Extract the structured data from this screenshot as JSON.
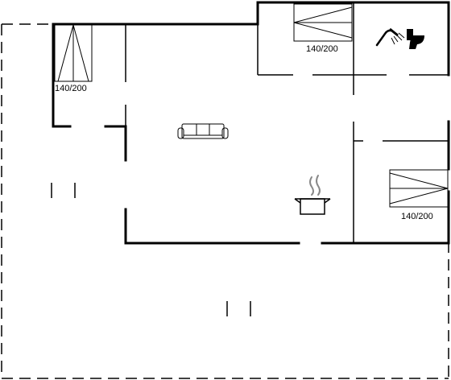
{
  "floorplan": {
    "rooms": {
      "bedroom_small": {
        "bed_label": "140/200",
        "icon": "double-bed-icon"
      },
      "bedroom_top": {
        "bed_label": "140/200",
        "icon": "double-bed-icon"
      },
      "bedroom_right": {
        "bed_label": "140/200",
        "icon": "double-bed-icon"
      },
      "bathroom": {
        "icons": [
          "shower-icon",
          "toilet-icon"
        ]
      },
      "living_room": {
        "icons": [
          "sofa-icon",
          "cooking-pot-icon"
        ]
      }
    },
    "colors": {
      "wall": "#000000",
      "background": "#ffffff"
    }
  }
}
